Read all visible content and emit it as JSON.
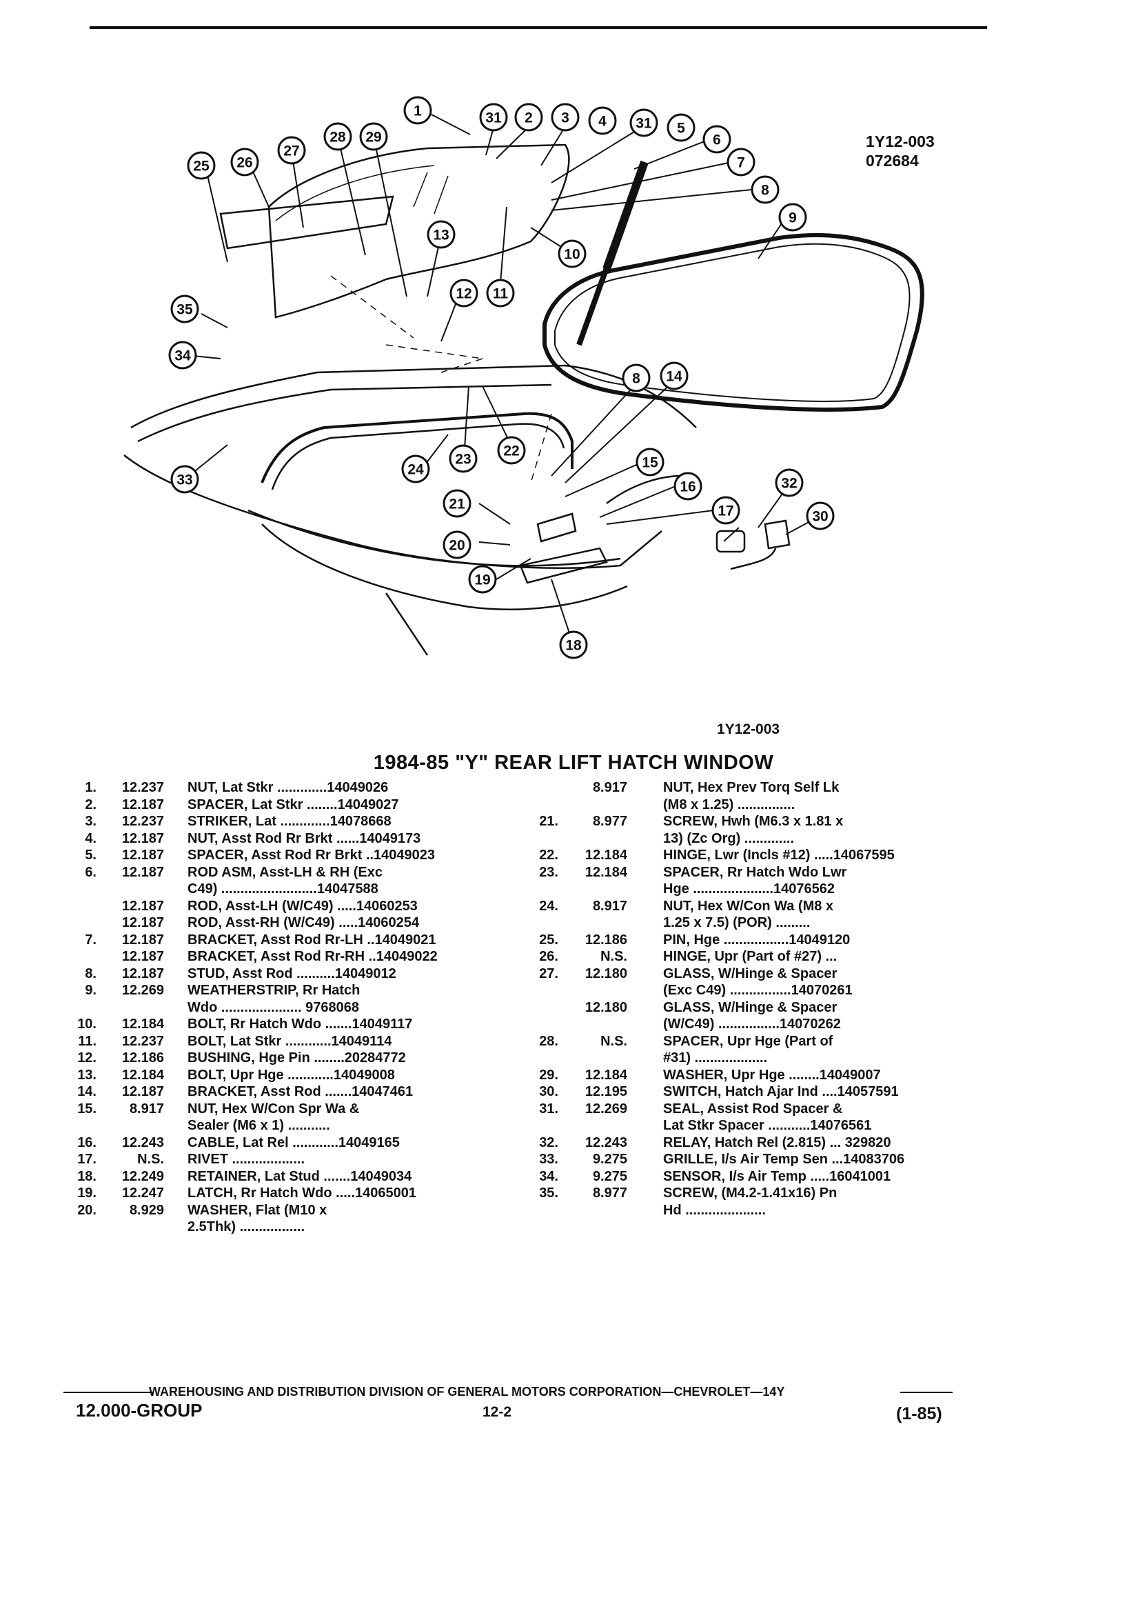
{
  "figure": {
    "id_top": "1Y12-003",
    "date_code": "072684",
    "id_bottom": "1Y12-003",
    "callouts": [
      "1",
      "2",
      "3",
      "4",
      "5",
      "6",
      "7",
      "8",
      "9",
      "10",
      "11",
      "12",
      "13",
      "14",
      "15",
      "16",
      "17",
      "18",
      "19",
      "20",
      "21",
      "22",
      "23",
      "24",
      "25",
      "26",
      "27",
      "28",
      "29",
      "30",
      "31",
      "32",
      "33",
      "34",
      "35"
    ]
  },
  "title": "1984-85 \"Y\" REAR LIFT HATCH WINDOW",
  "left_column": [
    {
      "no": "1.",
      "grp": "12.237",
      "desc": "NUT, Lat Stkr .............14049026"
    },
    {
      "no": "2.",
      "grp": "12.187",
      "desc": "SPACER, Lat Stkr ........14049027"
    },
    {
      "no": "3.",
      "grp": "12.237",
      "desc": "STRIKER, Lat .............14078668"
    },
    {
      "no": "4.",
      "grp": "12.187",
      "desc": "NUT, Asst Rod Rr Brkt ......14049173"
    },
    {
      "no": "5.",
      "grp": "12.187",
      "desc": "SPACER, Asst Rod Rr Brkt ..14049023"
    },
    {
      "no": "6.",
      "grp": "12.187",
      "desc": "ROD ASM, Asst-LH & RH (Exc"
    },
    {
      "no": "",
      "grp": "",
      "desc": "C49) .........................14047588"
    },
    {
      "no": "",
      "grp": "12.187",
      "desc": "ROD, Asst-LH (W/C49) .....14060253"
    },
    {
      "no": "",
      "grp": "12.187",
      "desc": "ROD, Asst-RH (W/C49) .....14060254"
    },
    {
      "no": "7.",
      "grp": "12.187",
      "desc": "BRACKET, Asst Rod Rr-LH ..14049021"
    },
    {
      "no": "",
      "grp": "12.187",
      "desc": "BRACKET, Asst Rod Rr-RH ..14049022"
    },
    {
      "no": "8.",
      "grp": "12.187",
      "desc": "STUD, Asst Rod ..........14049012"
    },
    {
      "no": "9.",
      "grp": "12.269",
      "desc": "WEATHERSTRIP, Rr Hatch"
    },
    {
      "no": "",
      "grp": "",
      "desc": "Wdo ..................... 9768068"
    },
    {
      "no": "10.",
      "grp": "12.184",
      "desc": "BOLT, Rr Hatch Wdo .......14049117"
    },
    {
      "no": "11.",
      "grp": "12.237",
      "desc": "BOLT, Lat Stkr ............14049114"
    },
    {
      "no": "12.",
      "grp": "12.186",
      "desc": "BUSHING, Hge Pin ........20284772"
    },
    {
      "no": "13.",
      "grp": "12.184",
      "desc": "BOLT, Upr Hge ............14049008"
    },
    {
      "no": "14.",
      "grp": "12.187",
      "desc": "BRACKET, Asst Rod .......14047461"
    },
    {
      "no": "15.",
      "grp": "8.917",
      "desc": "NUT, Hex W/Con Spr Wa &"
    },
    {
      "no": "",
      "grp": "",
      "desc": "Sealer (M6 x 1) ..........."
    },
    {
      "no": "16.",
      "grp": "12.243",
      "desc": "CABLE, Lat Rel ............14049165"
    },
    {
      "no": "17.",
      "grp": "N.S.",
      "desc": "RIVET ..................."
    },
    {
      "no": "18.",
      "grp": "12.249",
      "desc": "RETAINER, Lat Stud .......14049034"
    },
    {
      "no": "19.",
      "grp": "12.247",
      "desc": "LATCH, Rr Hatch Wdo .....14065001"
    },
    {
      "no": "20.",
      "grp": "8.929",
      "desc": "WASHER, Flat (M10 x"
    },
    {
      "no": "",
      "grp": "",
      "desc": "2.5Thk) ................."
    }
  ],
  "right_column": [
    {
      "no": "",
      "grp": "8.917",
      "desc": "NUT, Hex Prev Torq Self Lk"
    },
    {
      "no": "",
      "grp": "",
      "desc": "(M8 x 1.25) ..............."
    },
    {
      "no": "21.",
      "grp": "8.977",
      "desc": "SCREW, Hwh (M6.3 x 1.81 x"
    },
    {
      "no": "",
      "grp": "",
      "desc": "13) (Zc Org) ............."
    },
    {
      "no": "22.",
      "grp": "12.184",
      "desc": "HINGE, Lwr (Incls #12) .....14067595"
    },
    {
      "no": "23.",
      "grp": "12.184",
      "desc": "SPACER, Rr Hatch Wdo Lwr"
    },
    {
      "no": "",
      "grp": "",
      "desc": "Hge .....................14076562"
    },
    {
      "no": "24.",
      "grp": "8.917",
      "desc": "NUT, Hex W/Con Wa (M8 x"
    },
    {
      "no": "",
      "grp": "",
      "desc": "1.25 x 7.5) (POR) ........."
    },
    {
      "no": "25.",
      "grp": "12.186",
      "desc": "PIN, Hge .................14049120"
    },
    {
      "no": "26.",
      "grp": "N.S.",
      "desc": "HINGE, Upr (Part of #27) ..."
    },
    {
      "no": "27.",
      "grp": "12.180",
      "desc": "GLASS, W/Hinge & Spacer"
    },
    {
      "no": "",
      "grp": "",
      "desc": "(Exc C49) ................14070261"
    },
    {
      "no": "",
      "grp": "12.180",
      "desc": "GLASS, W/Hinge & Spacer"
    },
    {
      "no": "",
      "grp": "",
      "desc": "(W/C49) ................14070262"
    },
    {
      "no": "28.",
      "grp": "N.S.",
      "desc": "SPACER, Upr Hge (Part of"
    },
    {
      "no": "",
      "grp": "",
      "desc": "#31) ..................."
    },
    {
      "no": "29.",
      "grp": "12.184",
      "desc": "WASHER, Upr Hge ........14049007"
    },
    {
      "no": "30.",
      "grp": "12.195",
      "desc": "SWITCH, Hatch Ajar Ind ....14057591"
    },
    {
      "no": "31.",
      "grp": "12.269",
      "desc": "SEAL, Assist Rod Spacer &"
    },
    {
      "no": "",
      "grp": "",
      "desc": "Lat Stkr Spacer ...........14076561"
    },
    {
      "no": "32.",
      "grp": "12.243",
      "desc": "RELAY, Hatch Rel (2.815) ... 329820"
    },
    {
      "no": "33.",
      "grp": "9.275",
      "desc": "GRILLE, I/s Air Temp Sen ...14083706"
    },
    {
      "no": "34.",
      "grp": "9.275",
      "desc": "SENSOR, I/s Air Temp .....16041001"
    },
    {
      "no": "35.",
      "grp": "8.977",
      "desc": "SCREW, (M4.2-1.41x16) Pn"
    },
    {
      "no": "",
      "grp": "",
      "desc": "Hd ....................."
    }
  ],
  "footer": {
    "division_line": "WAREHOUSING AND DISTRIBUTION DIVISION OF GENERAL MOTORS CORPORATION—CHEVROLET—14Y",
    "group": "12.000-GROUP",
    "page": "12-2",
    "date": "(1-85)"
  }
}
